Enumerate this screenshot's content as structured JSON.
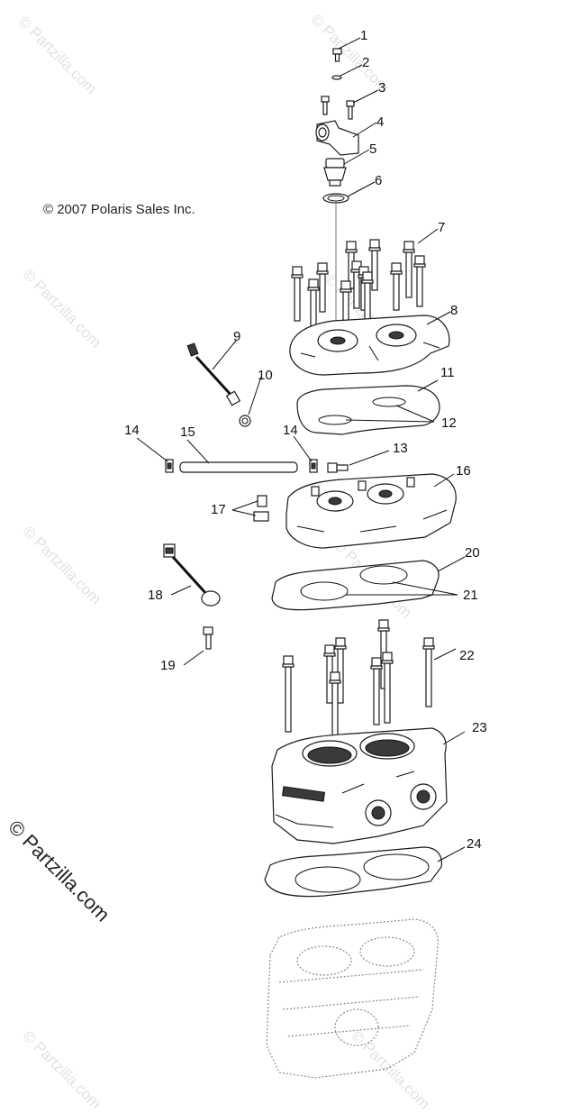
{
  "copyright": "© 2007 Polaris Sales Inc.",
  "watermark": "© Partzilla.com",
  "faint_watermark": "© Partzilla.com",
  "callouts": [
    "1",
    "2",
    "3",
    "4",
    "5",
    "6",
    "7",
    "8",
    "9",
    "10",
    "11",
    "12",
    "13",
    "14",
    "14",
    "15",
    "16",
    "17",
    "18",
    "19",
    "20",
    "21",
    "22",
    "23",
    "24"
  ]
}
